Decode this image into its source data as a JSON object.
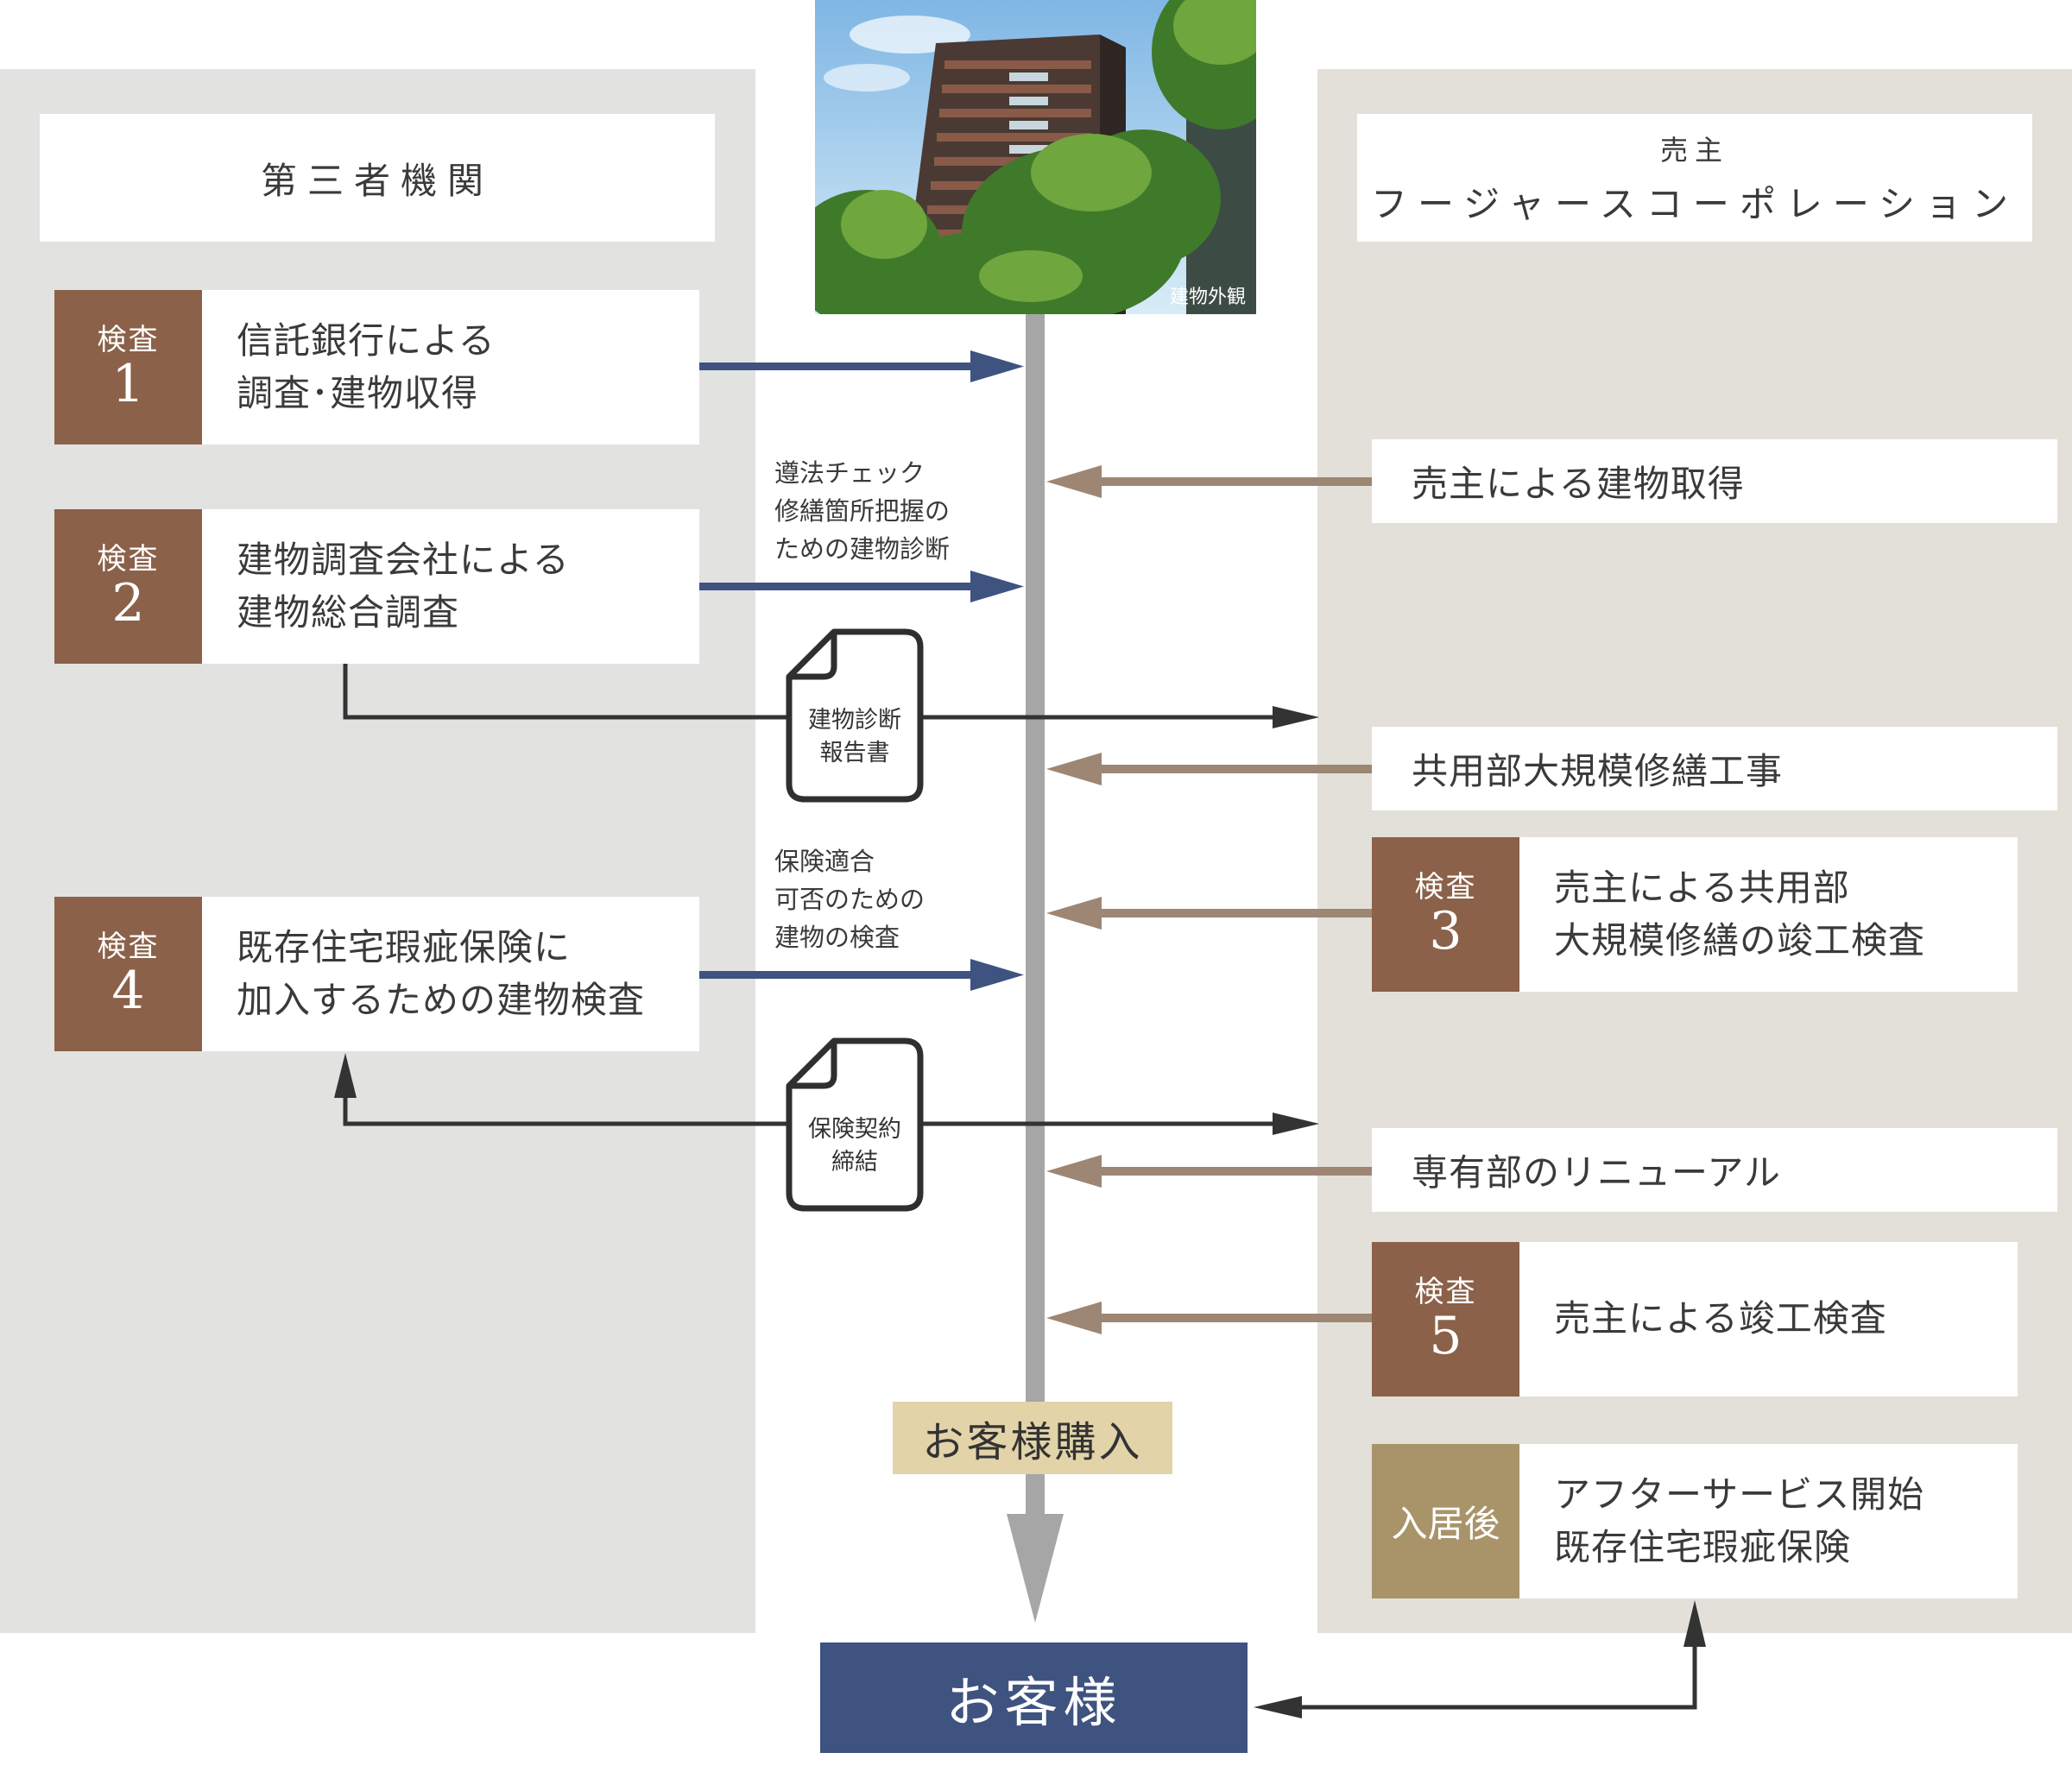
{
  "photo": {
    "caption": "建物外観"
  },
  "third_party": {
    "title": "第三者機関"
  },
  "seller": {
    "label": "売主",
    "name": "フージャースコーポレーション"
  },
  "inspections_left": [
    {
      "badge_label": "検査",
      "badge_number": "1",
      "lines": [
        "信託銀行による",
        "調査･建物収得"
      ]
    },
    {
      "badge_label": "検査",
      "badge_number": "2",
      "lines": [
        "建物調査会社による",
        "建物総合調査"
      ]
    },
    {
      "badge_label": "検査",
      "badge_number": "4",
      "lines": [
        "既存住宅瑕疵保険に",
        "加入するための建物検査"
      ]
    }
  ],
  "notes": {
    "diagnosis": [
      "遵法チェック",
      "修繕箇所把握の",
      "ための建物診断"
    ],
    "insurance": [
      "保険適合",
      "可否のための",
      "建物の検査"
    ]
  },
  "documents": {
    "report": [
      "建物診断",
      "報告書"
    ],
    "contract": [
      "保険契約",
      "締結"
    ]
  },
  "seller_steps": {
    "acquisition": "売主による建物取得",
    "common_repair": "共用部大規模修繕工事",
    "renewal": "専有部のリニューアル"
  },
  "inspections_right": [
    {
      "badge_label": "検査",
      "badge_number": "3",
      "lines": [
        "売主による共用部",
        "大規模修繕の竣工検査"
      ]
    },
    {
      "badge_label": "検査",
      "badge_number": "5",
      "lines": [
        "売主による竣工検査"
      ]
    }
  ],
  "after_move_in": {
    "badge": "入居後",
    "lines": [
      "アフターサービス開始",
      "既存住宅瑕疵保険"
    ]
  },
  "purchase_label": "お客様購入",
  "customer_label": "お客様",
  "colors": {
    "left_panel": "#e2e3e1",
    "right_panel": "#e2e0d9",
    "badge_brown": "#8b6149",
    "badge_olive": "#a9946a",
    "arrow_blue": "#3f5381",
    "arrow_tan": "#9d8673",
    "timeline_gray": "#a6a6a6",
    "customer_navy": "#3f5381",
    "purchase_beige": "#e2d3a9"
  }
}
